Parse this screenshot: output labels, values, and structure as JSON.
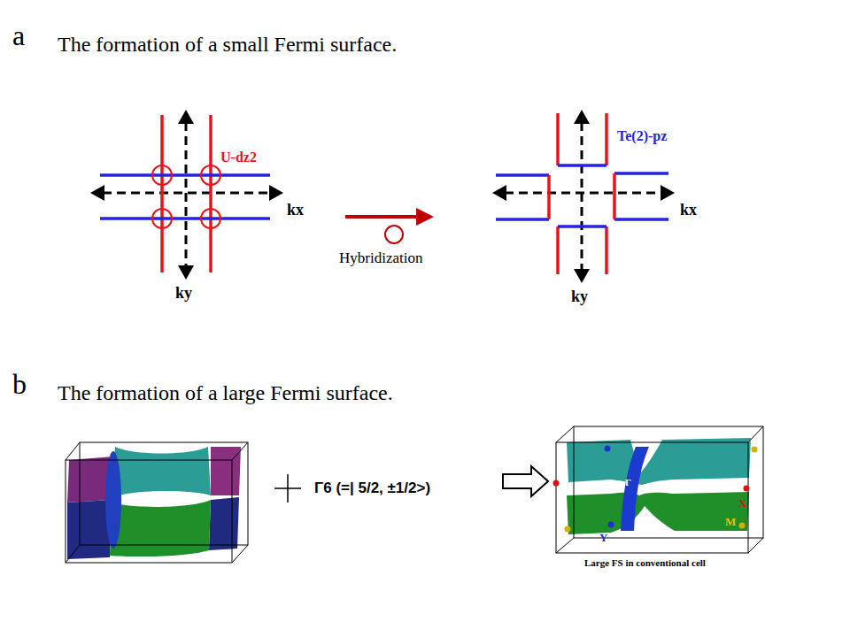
{
  "diagram": {
    "labels": [
      "a",
      "The formation of a small Fermi surface.",
      "U-dz2",
      "kx",
      "ky",
      "Te(2)-pz",
      "kx",
      "ky",
      "Hybridization",
      "b",
      "The formation of a large Fermi surface.",
      "Γ6 (=| 5/2, ±1/2>)",
      "Γ",
      "X",
      "Y",
      "M",
      "Large FS in conventional cell"
    ]
  }
}
